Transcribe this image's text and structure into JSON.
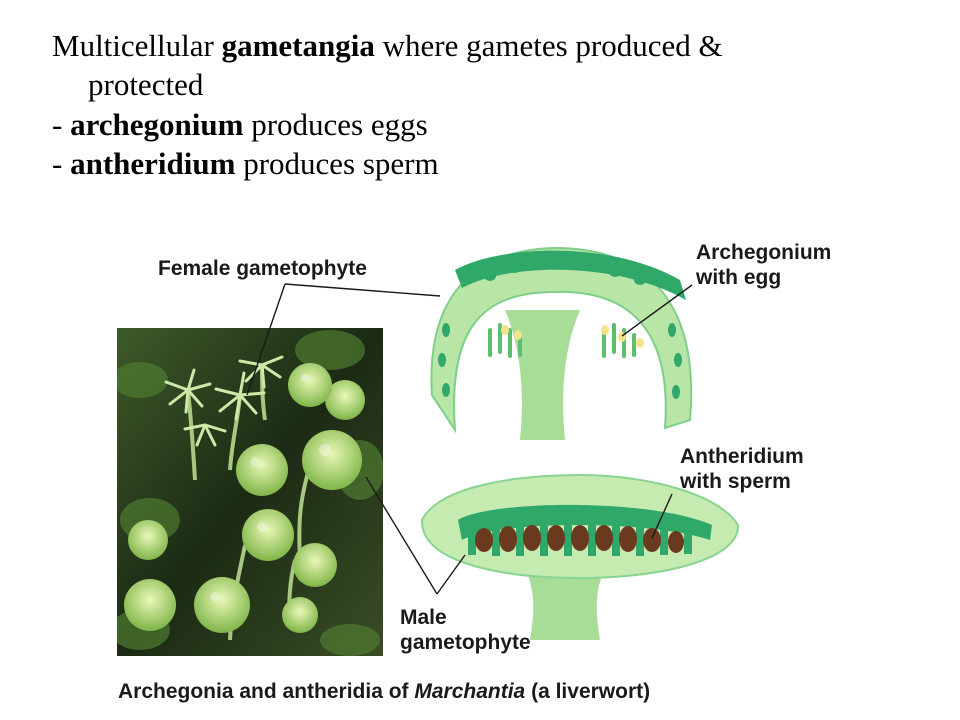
{
  "text": {
    "line1_pre": "Multicellular ",
    "line1_bold": "gametangia",
    "line1_post": " where gametes produced &",
    "line2": "protected",
    "line3_dash": "- ",
    "line3_bold": "archegonium",
    "line3_post": " produces eggs",
    "line4_dash": "- ",
    "line4_bold": "antheridium",
    "line4_post": " produces sperm"
  },
  "figure": {
    "label_female": "Female gametophyte",
    "label_archegonium_line1": "Archegonium",
    "label_archegonium_line2": "with egg",
    "label_antheridium_line1": "Antheridium",
    "label_antheridium_line2": "with sperm",
    "label_male_line1": "Male",
    "label_male_line2": "gametophyte",
    "caption_pre": "Archegonia and antheridia of ",
    "caption_italic": "Marchantia",
    "caption_post": " (a liverwort)"
  },
  "colors": {
    "tissue_light": "#b9e5a6",
    "tissue_mid": "#7fcf8a",
    "tissue_dark": "#2fa86a",
    "egg_yellow": "#f3e48a",
    "sperm_brown": "#6b3a1e",
    "photo_dark": "#20301a"
  }
}
